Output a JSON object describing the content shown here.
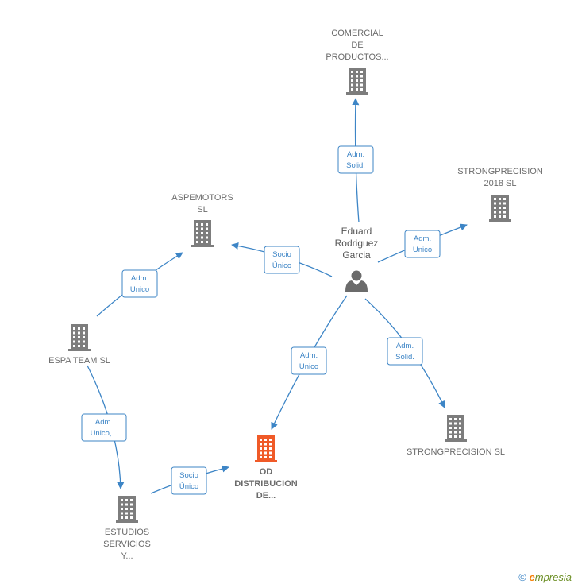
{
  "colors": {
    "edge": "#3d85c6",
    "company": "#7d7d7d",
    "focus_company": "#f05a28",
    "person": "#6b6b6b"
  },
  "nodes": [
    {
      "id": "comercial",
      "type": "company-icon",
      "lines": [
        "COMERCIAL",
        "DE",
        "PRODUCTOS..."
      ]
    },
    {
      "id": "strong2018",
      "type": "company-icon",
      "lines": [
        "STRONGPRECISION",
        "2018  SL"
      ]
    },
    {
      "id": "aspemotors",
      "type": "company-icon",
      "lines": [
        "ASPEMOTORS",
        "SL"
      ]
    },
    {
      "id": "eduard",
      "type": "person-icon",
      "lines": [
        "Eduard",
        "Rodriguez",
        "Garcia"
      ]
    },
    {
      "id": "espa",
      "type": "company-icon",
      "lines": [
        "ESPA TEAM  SL"
      ]
    },
    {
      "id": "strongsl",
      "type": "company-icon",
      "lines": [
        "STRONGPRECISION SL"
      ]
    },
    {
      "id": "od",
      "type": "company-icon-focus",
      "lines": [
        "OD",
        "DISTRIBUCION",
        "DE..."
      ]
    },
    {
      "id": "estudios",
      "type": "company-icon",
      "lines": [
        "ESTUDIOS",
        "SERVICIOS",
        "Y..."
      ]
    }
  ],
  "edges": [
    {
      "id": "e1",
      "lines": [
        "Adm.",
        "Solid."
      ]
    },
    {
      "id": "e2",
      "lines": [
        "Adm.",
        "Unico"
      ]
    },
    {
      "id": "e3",
      "lines": [
        "Socio",
        "Único"
      ]
    },
    {
      "id": "e4",
      "lines": [
        "Adm.",
        "Unico"
      ]
    },
    {
      "id": "e5",
      "lines": [
        "Adm.",
        "Solid."
      ]
    },
    {
      "id": "e6",
      "lines": [
        "Adm.",
        "Unico"
      ]
    },
    {
      "id": "e7",
      "lines": [
        "Adm.",
        "Unico,..."
      ]
    },
    {
      "id": "e8",
      "lines": [
        "Socio",
        "Único"
      ]
    }
  ],
  "footer": {
    "copyright": "©",
    "brand_first": "e",
    "brand_rest": "mpresia"
  }
}
